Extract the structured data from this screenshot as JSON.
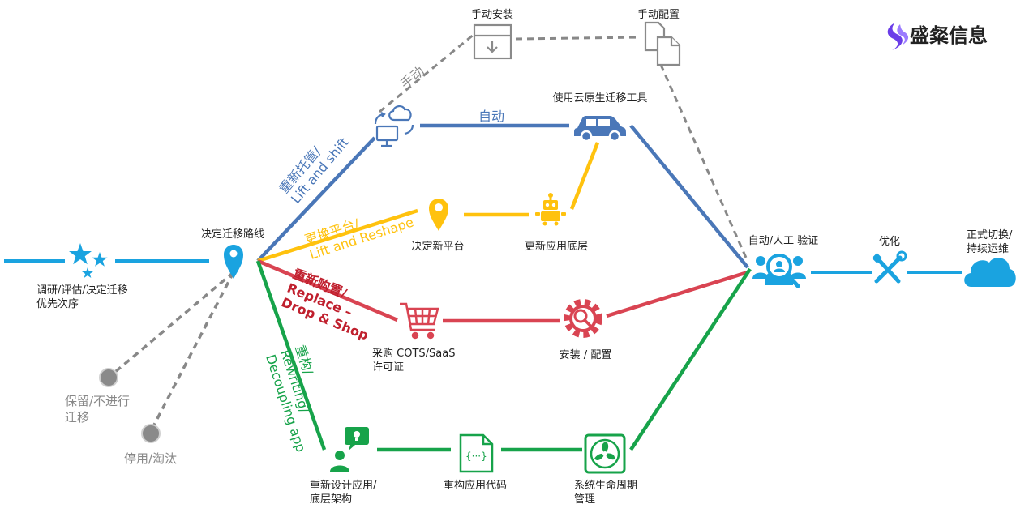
{
  "brand": {
    "name": "盛粲信息"
  },
  "colors": {
    "rehost": "#4a77b8",
    "replatform": "#ffc20e",
    "repurchase": "#d94452",
    "refactor": "#17a34a",
    "main": "#1aa3e0",
    "retire": "#888888",
    "manual": "#888888"
  },
  "nodes": {
    "assess": "调研/评估/决定迁移\n优先次序",
    "decide_route": "决定迁移路线",
    "retain": "保留/不进行\n迁移",
    "retire": "停用/淘汰",
    "manual_install": "手动安装",
    "manual_config": "手动配置",
    "cloud_tool": "使用云原生迁移工具",
    "new_platform": "决定新平台",
    "update_layer": "更新应用底层",
    "purchase": "采购 COTS/SaaS\n许可证",
    "install_config": "安装 / 配置",
    "redesign": "重新设计应用/\n底层架构",
    "refactor_code": "重构应用代码",
    "sdlc": "系统生命周期\n管理",
    "verify": "自动/人工 验证",
    "optimize": "优化",
    "cutover": "正式切换/\n持续运维"
  },
  "edges": {
    "manual": "手动",
    "auto": "自动"
  },
  "routes": {
    "rehost": "重新托管/\nLift and shift",
    "replatform": "更换平台/\nLift and Reshape",
    "repurchase": "重新购置/\nReplace –\nDrop & Shop",
    "refactor": "重构/\nRewriting/\nDecoupling app"
  }
}
